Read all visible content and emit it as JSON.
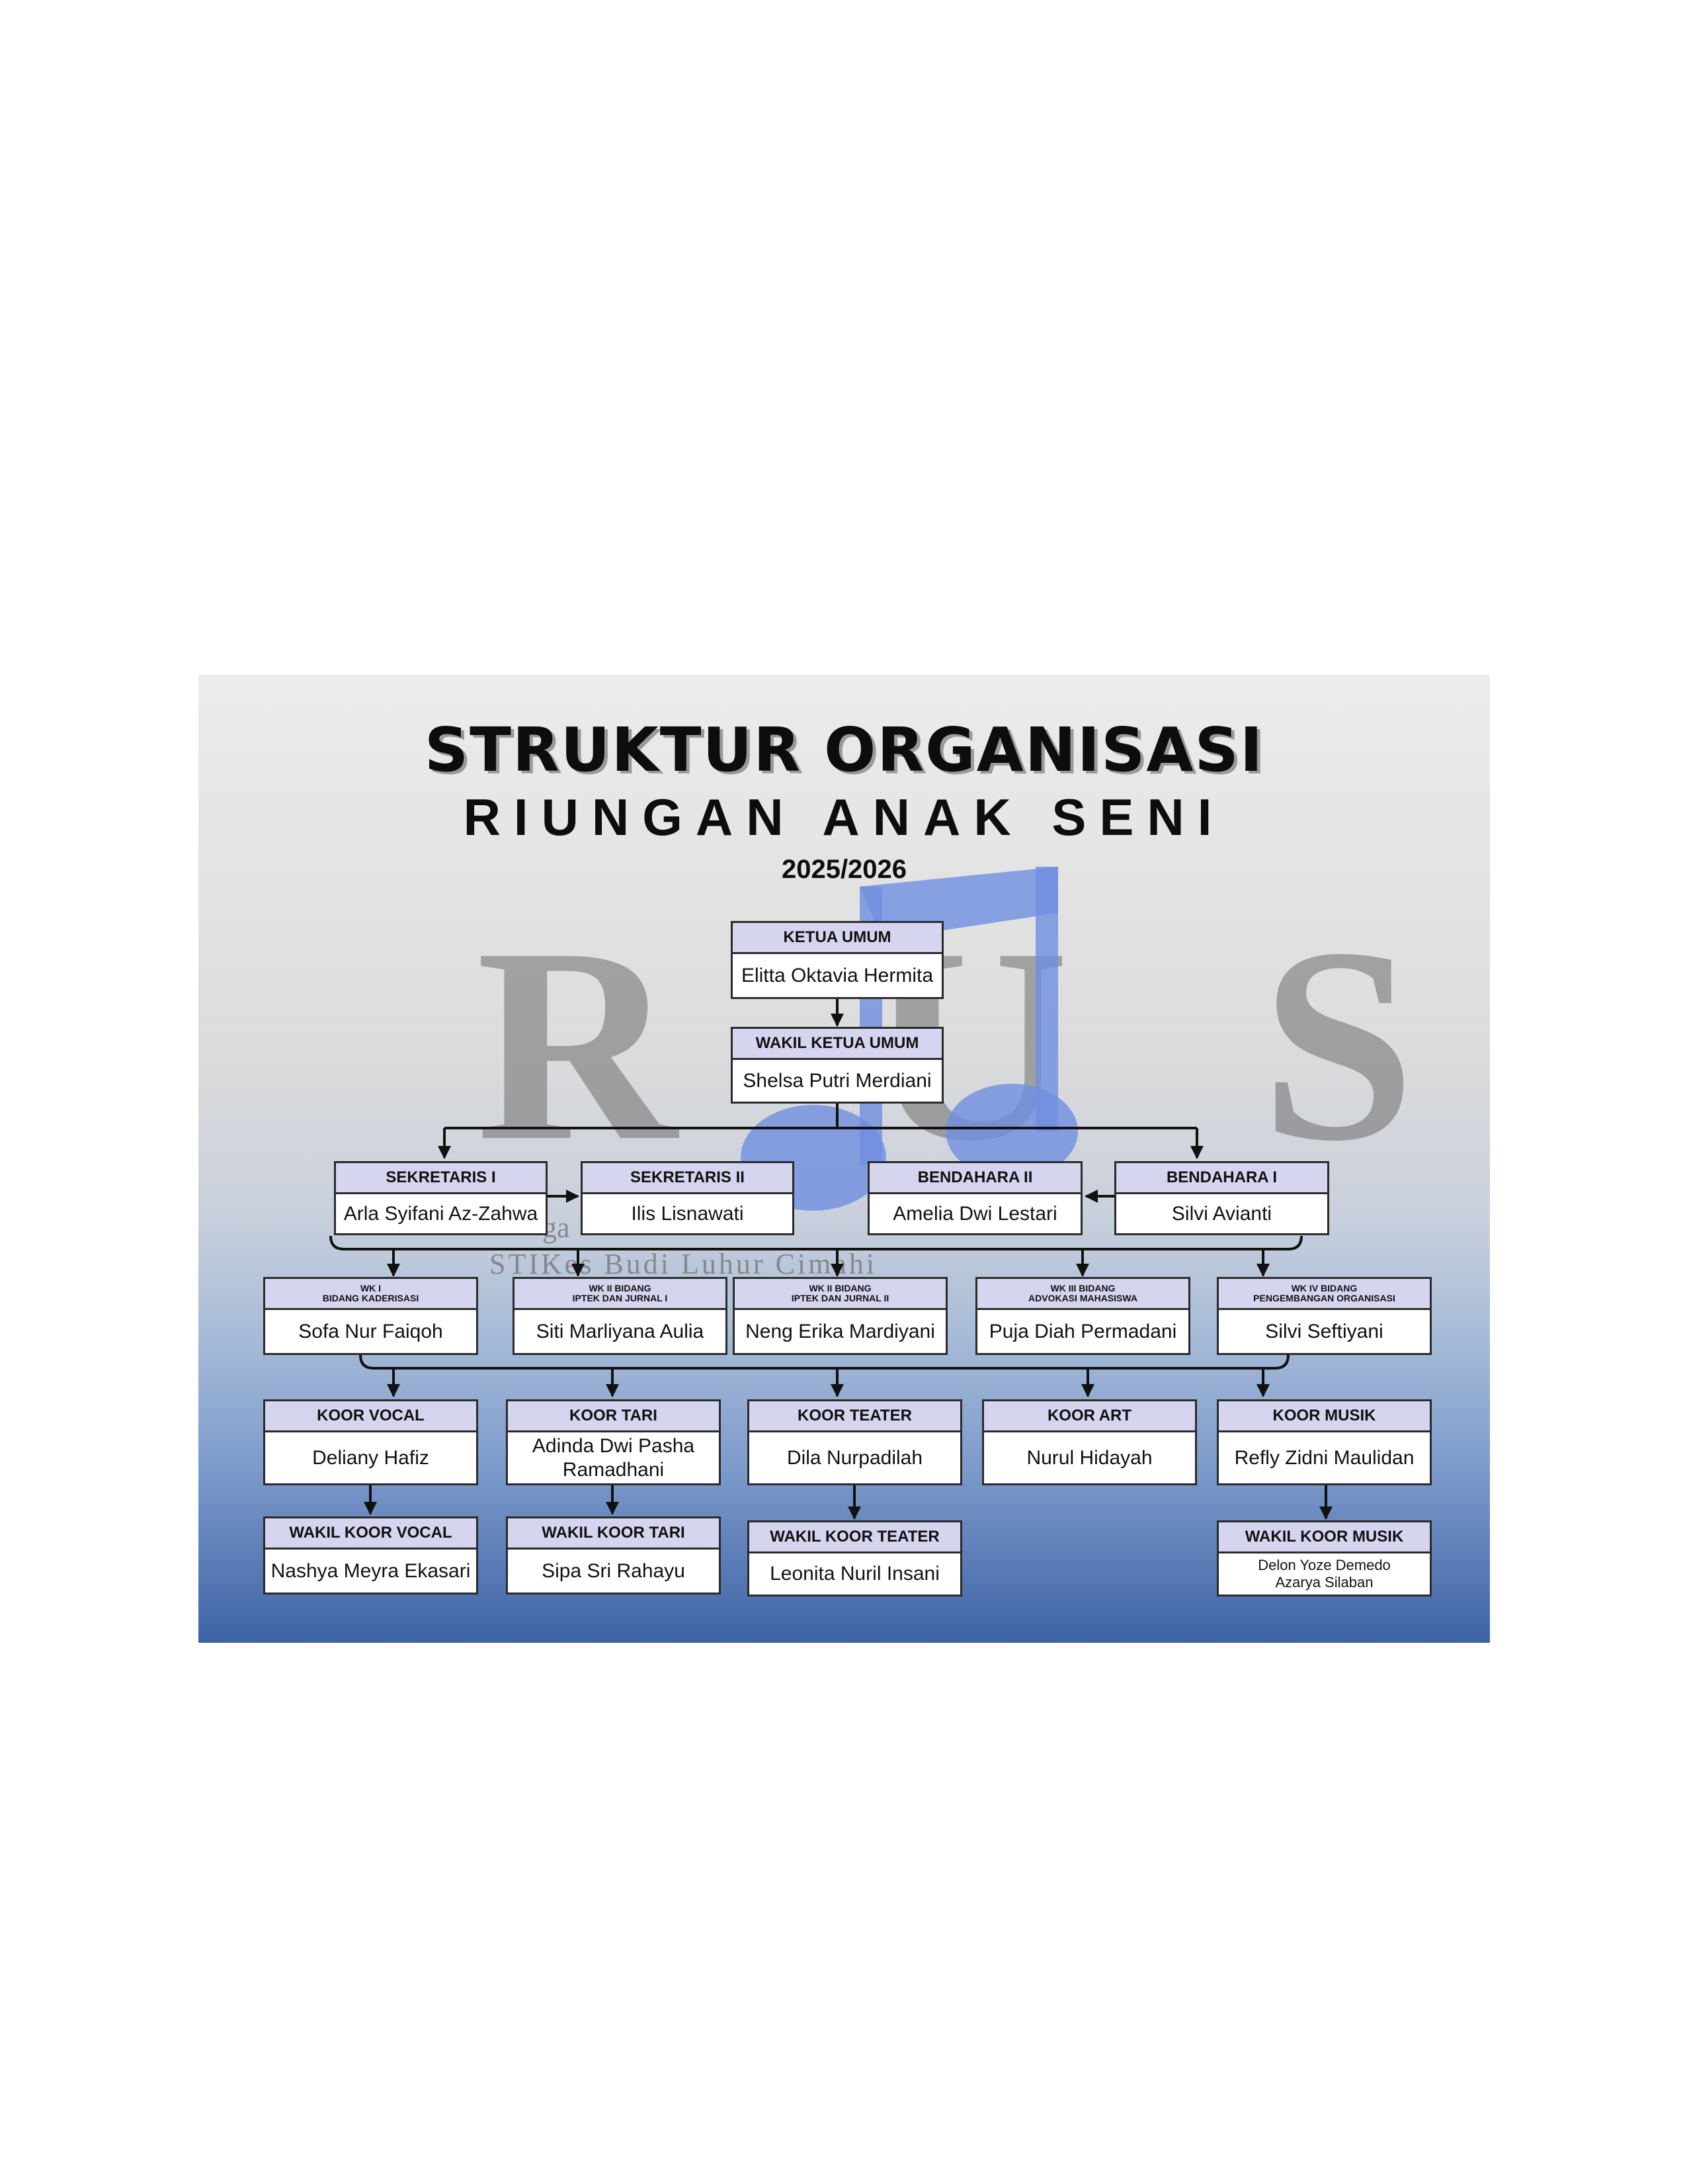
{
  "title": "STRUKTUR ORGANISASI",
  "subtitle": "RIUNGAN ANAK SENI",
  "period": "2025/2026",
  "watermark": {
    "logo_letters": "RUS",
    "text_line1": "ga",
    "text_line2": "STIKes Budi Luhur Cimahi"
  },
  "colors": {
    "header_fill": "#d6d5ef",
    "box_border": "#2b2b2b",
    "note_blue": "#6f8fe0"
  },
  "nodes": {
    "ketua_umum": {
      "role": "KETUA UMUM",
      "name": "Elitta Oktavia Hermita"
    },
    "wakil_ketua_umum": {
      "role": "WAKIL KETUA UMUM",
      "name": "Shelsa Putri Merdiani"
    },
    "sekretaris_1": {
      "role": "SEKRETARIS I",
      "name": "Arla Syifani Az-Zahwa"
    },
    "sekretaris_2": {
      "role": "SEKRETARIS II",
      "name": "Ilis Lisnawati"
    },
    "bendahara_2": {
      "role": "BENDAHARA II",
      "name": "Amelia Dwi Lestari"
    },
    "bendahara_1": {
      "role": "BENDAHARA I",
      "name": "Silvi Avianti"
    },
    "wk1": {
      "role_line1": "WK I",
      "role_line2": "BIDANG KADERISASI",
      "name": "Sofa Nur Faiqoh"
    },
    "wk2a": {
      "role_line1": "WK II BIDANG",
      "role_line2": "IPTEK DAN JURNAL I",
      "name": "Siti Marliyana Aulia"
    },
    "wk2b": {
      "role_line1": "WK II BIDANG",
      "role_line2": "IPTEK DAN JURNAL II",
      "name": "Neng Erika Mardiyani"
    },
    "wk3": {
      "role_line1": "WK III BIDANG",
      "role_line2": "ADVOKASI MAHASISWA",
      "name": "Puja Diah Permadani"
    },
    "wk4": {
      "role_line1": "WK IV BIDANG",
      "role_line2": "PENGEMBANGAN ORGANISASI",
      "name": "Silvi Seftiyani"
    },
    "koor_vocal": {
      "role": "KOOR VOCAL",
      "name": "Deliany Hafiz"
    },
    "koor_tari": {
      "role": "KOOR TARI",
      "name_line1": "Adinda Dwi Pasha",
      "name_line2": "Ramadhani"
    },
    "koor_teater": {
      "role": "KOOR TEATER",
      "name": "Dila Nurpadilah"
    },
    "koor_art": {
      "role": "KOOR ART",
      "name": "Nurul Hidayah"
    },
    "koor_musik": {
      "role": "KOOR MUSIK",
      "name": "Refly Zidni Maulidan"
    },
    "wakil_koor_vocal": {
      "role": "WAKIL KOOR VOCAL",
      "name": "Nashya Meyra Ekasari"
    },
    "wakil_koor_tari": {
      "role": "WAKIL KOOR TARI",
      "name": "Sipa Sri Rahayu"
    },
    "wakil_koor_teater": {
      "role": "WAKIL KOOR TEATER",
      "name": "Leonita Nuril Insani"
    },
    "wakil_koor_musik": {
      "role": "WAKIL KOOR MUSIK",
      "name_line1": "Delon Yoze Demedo",
      "name_line2": "Azarya Silaban"
    }
  }
}
